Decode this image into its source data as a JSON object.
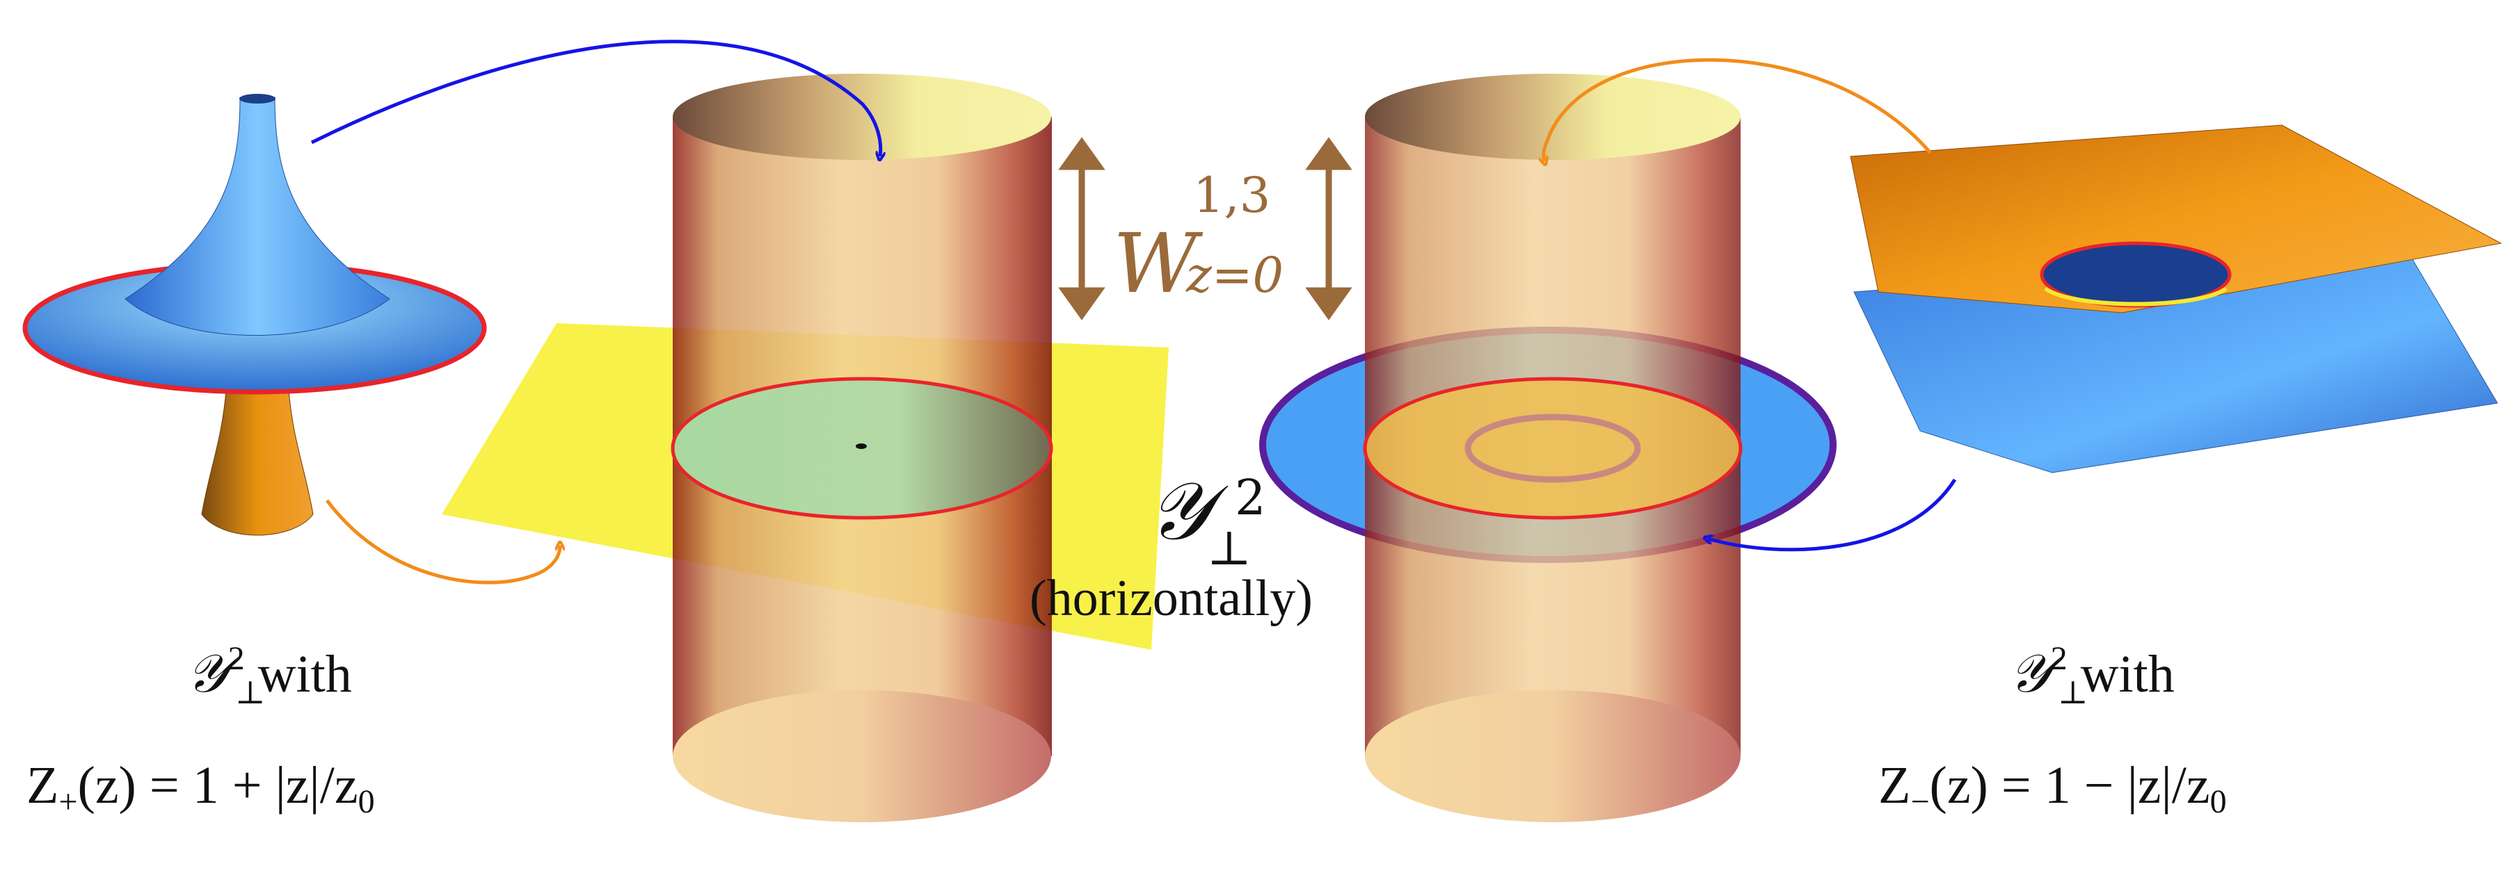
{
  "colors": {
    "blue_surface": "#4a90e2",
    "orange_surface": "#e8890f",
    "cylinder_tan": "#e6b97a",
    "cylinder_red": "#8e1f16",
    "yellow_plane": "#f7ee2a",
    "red_rim": "#e8242a",
    "arrow_blue": "#1414e6",
    "arrow_orange": "#f28c1a",
    "bracket_brown": "#9a6a3a",
    "disk_blue": "#4aa0f5",
    "disk_rim_purple": "#5a1f9c"
  },
  "labels": {
    "w_base": "W",
    "w_sup": "1,3",
    "w_sub": "z=0",
    "y_center_base": "𝒴",
    "y_center_sup": "2",
    "y_center_sub": "⊥",
    "horizontally": "(horizontally)"
  },
  "left_caption": {
    "y_base": "𝒴",
    "y_sup": "2",
    "y_sub": "⊥",
    "with": " with",
    "formula_z": "Z",
    "formula_sub": "+",
    "formula_rest": "(z) = 1 + |z|/z",
    "formula_zero": "0"
  },
  "right_caption": {
    "y_base": "𝒴",
    "y_sup": "2",
    "y_sub": "⊥",
    "with": " with",
    "formula_z": "Z",
    "formula_sub": "−",
    "formula_rest": "(z) = 1 − |z|/z",
    "formula_zero": "0"
  }
}
